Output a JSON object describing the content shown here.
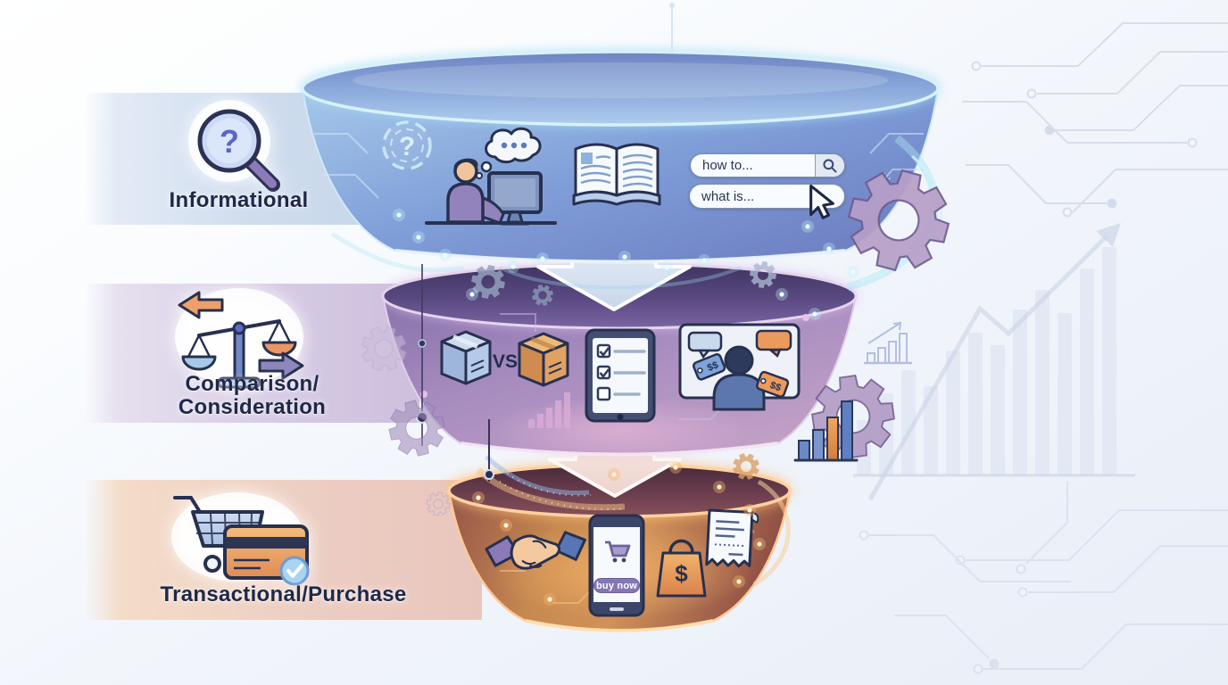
{
  "diagram": {
    "type": "search-intent-funnel",
    "stages": [
      {
        "key": "informational",
        "label": "Informational",
        "icon": "magnifier-question-icon",
        "question_mark": "?",
        "accent": "#7e9ad2",
        "band_colors": [
          "#e3ebf6",
          "#c6d6ea"
        ],
        "search_bars": [
          {
            "value": "how to...",
            "trailing_icon": "search-icon"
          },
          {
            "value": "what is...",
            "trailing_icon": "cursor-icon"
          }
        ]
      },
      {
        "key": "comparison-consideration",
        "label_line1": "Comparison/",
        "label_line2": "Consideration",
        "icon": "balance-scale-icon",
        "vs_label": "VS",
        "price_tags": [
          "$$",
          "$$"
        ],
        "accent": "#8f7ab0",
        "band_colors": [
          "#e6e0ef",
          "#cdc0de"
        ]
      },
      {
        "key": "transactional-purchase",
        "label": "Transactional/Purchase",
        "icon": "cart-credit-card-icon",
        "buy_button": "buy now",
        "bag_symbol": "$",
        "accent": "#c8854e",
        "band_colors": [
          "#f4dcc8",
          "#e9c6bd"
        ]
      }
    ],
    "icons": {
      "stage_connector": "down-arrow-icon",
      "decor": [
        "gear-icon",
        "bar-chart-icon",
        "trend-arrow-icon",
        "circuit-pattern",
        "open-book-icon",
        "thought-bubble-icon",
        "tablet-checklist-icon",
        "handshake-icon",
        "shopping-bag-icon",
        "receipt-icon",
        "phone-checkout-icon"
      ]
    },
    "palette": {
      "label_text": "#1f2848",
      "background": "#eef2f9",
      "funnel_top": "#7f9ed8",
      "funnel_mid": "#a78cc0",
      "funnel_bottom": "#c6894f"
    }
  }
}
